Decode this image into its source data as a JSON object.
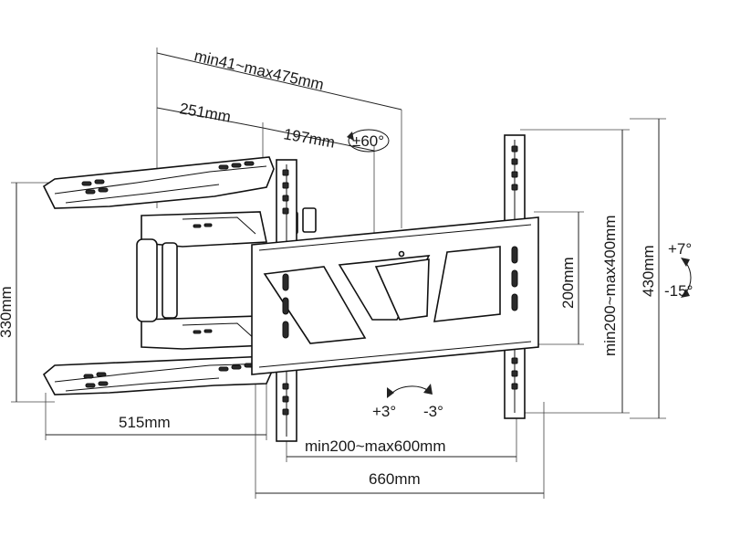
{
  "dimensions": {
    "depth_range": "min41~max475mm",
    "arm_length": "251mm",
    "arm_short": "197mm",
    "swivel": "±60°",
    "height_left": "330mm",
    "width_left": "515mm",
    "vesa_vertical": "200mm",
    "vesa_vertical_range": "min200~max400mm",
    "height_right": "430mm",
    "tilt_up": "+7°",
    "tilt_down": "-15°",
    "rotate_left": "+3°",
    "rotate_right": "-3°",
    "vesa_horizontal_range": "min200~max600mm",
    "width_total": "660mm"
  }
}
